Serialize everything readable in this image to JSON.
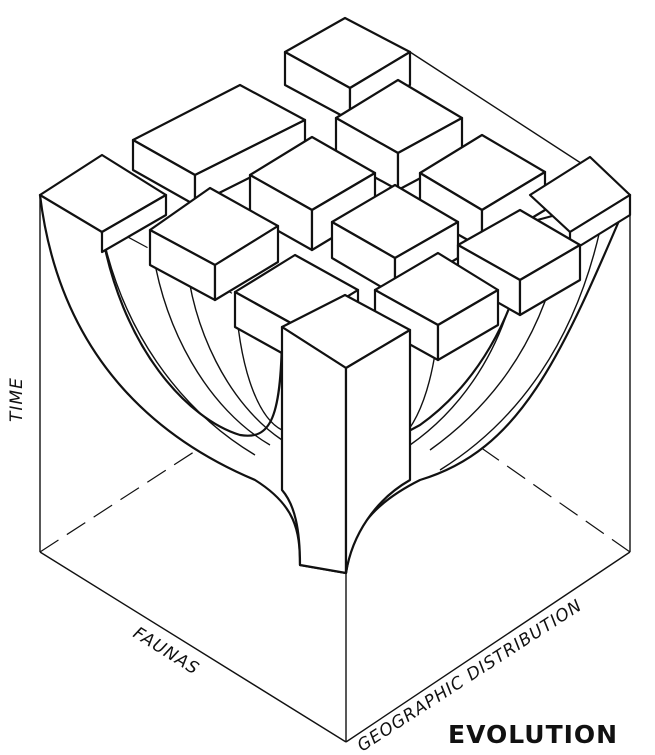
{
  "axes": {
    "vertical": "TIME",
    "left_base": "FAUNAS",
    "right_base": "GEOGRAPHIC DISTRIBUTION"
  },
  "title": "EVOLUTION",
  "colors": {
    "ink": "#111111",
    "paper": "#ffffff"
  }
}
